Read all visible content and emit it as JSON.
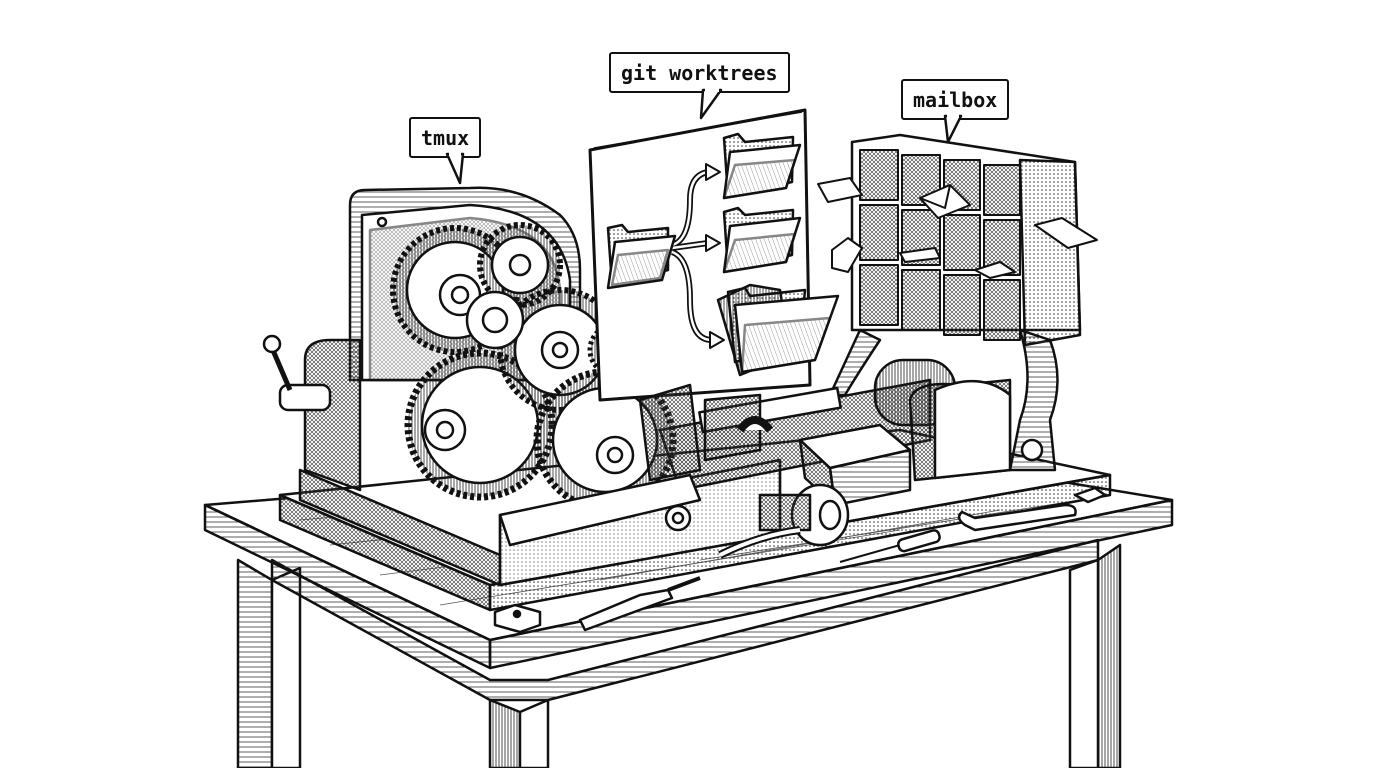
{
  "illustration": {
    "style": "black-and-white engraving / cross-hatched technical drawing",
    "subject": "workbench holding a connected machine with three labeled components",
    "colors": {
      "ink": "#111111",
      "paper": "#ffffff",
      "shade": "#bdbdbd"
    }
  },
  "callouts": [
    {
      "id": "tmux",
      "label": "tmux",
      "points_to": "gear-box machine on left"
    },
    {
      "id": "git",
      "label": "git worktrees",
      "points_to": "board with branching folders"
    },
    {
      "id": "mailbox",
      "label": "mailbox",
      "points_to": "pigeonhole cabinet with envelopes"
    }
  ],
  "components": {
    "gearbox": {
      "gear_count": 7,
      "has_hand_crank": true
    },
    "worktree_board": {
      "source_folders": 1,
      "branch_targets": 3,
      "arrows": 3
    },
    "mailbox": {
      "rows": 3,
      "columns": 4,
      "flying_envelopes": 5
    },
    "bench_tools": [
      "chisel",
      "screwdriver",
      "wrench",
      "file"
    ]
  }
}
